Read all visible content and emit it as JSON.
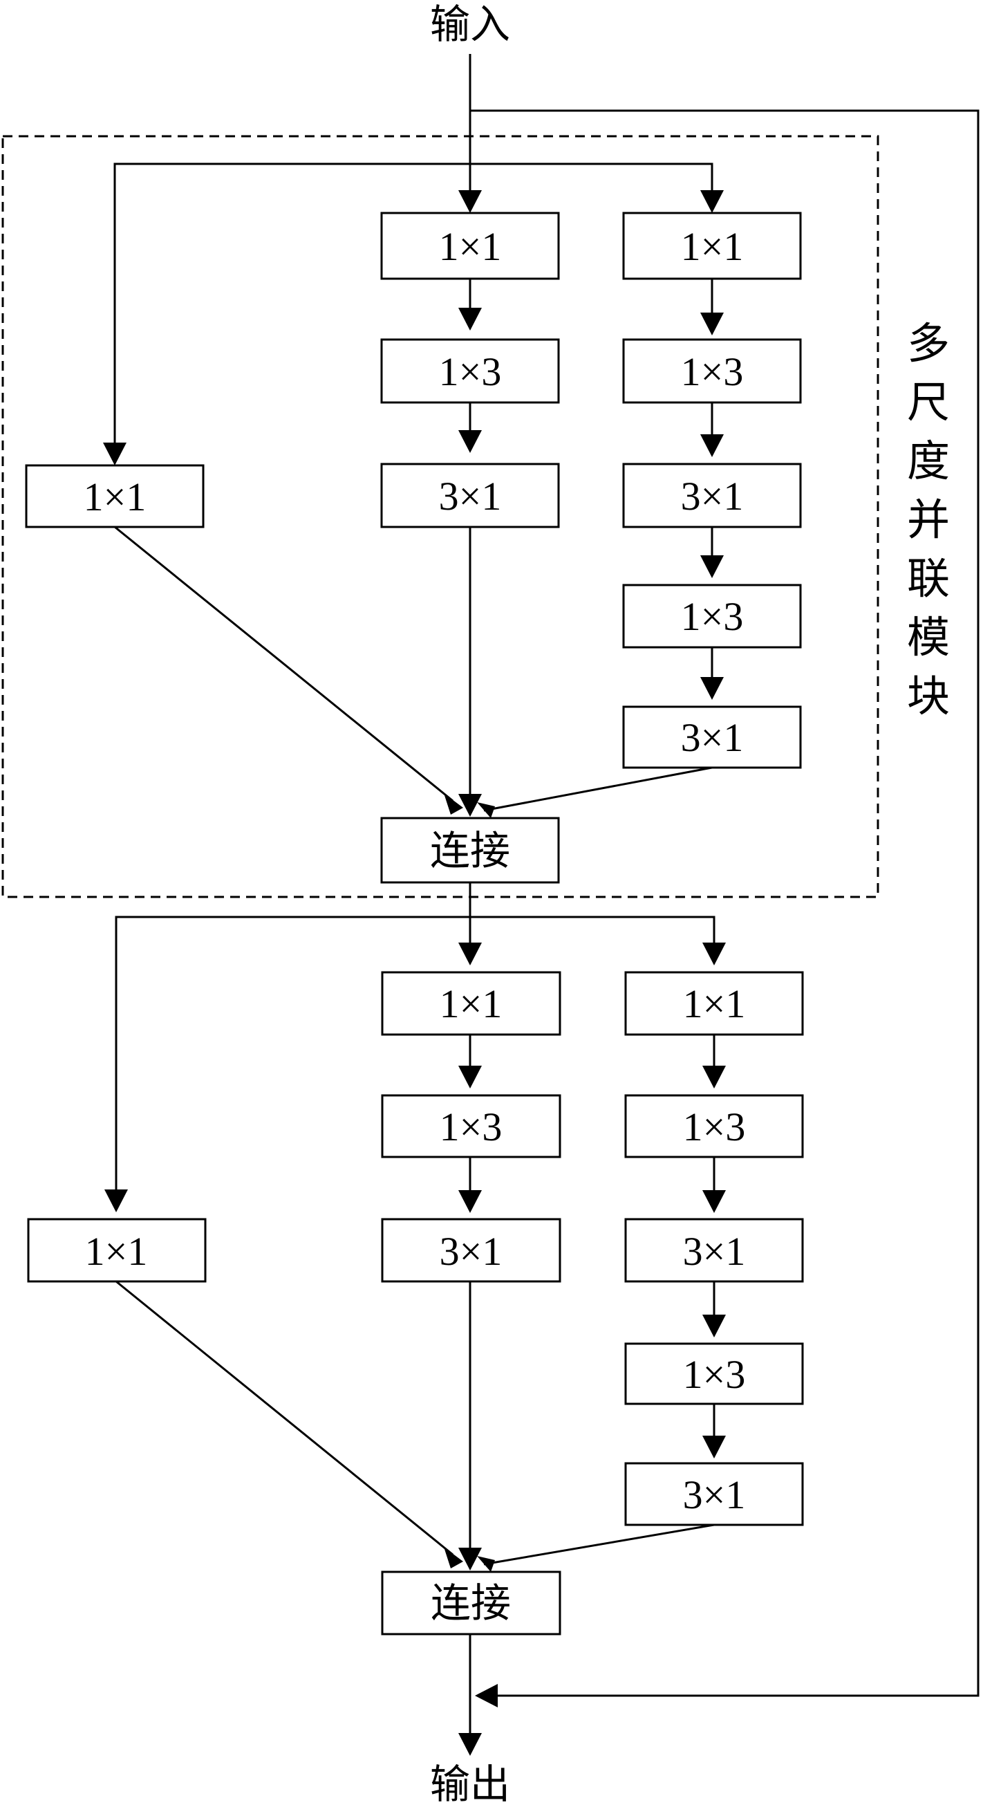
{
  "labels": {
    "input": "输入",
    "output": "输出",
    "module": "多尺度并联模块"
  },
  "module_chars": [
    "多",
    "尺",
    "度",
    "并",
    "联",
    "模",
    "块"
  ],
  "block1": {
    "b1": "1×1",
    "b2": [
      "1×1",
      "1×3",
      "3×1"
    ],
    "b3": [
      "1×1",
      "1×3",
      "3×1",
      "1×3",
      "3×1"
    ],
    "concat": "连接"
  },
  "block2": {
    "b1": "1×1",
    "b2": [
      "1×1",
      "1×3",
      "3×1"
    ],
    "b3": [
      "1×1",
      "1×3",
      "3×1",
      "1×3",
      "3×1"
    ],
    "concat": "连接"
  }
}
